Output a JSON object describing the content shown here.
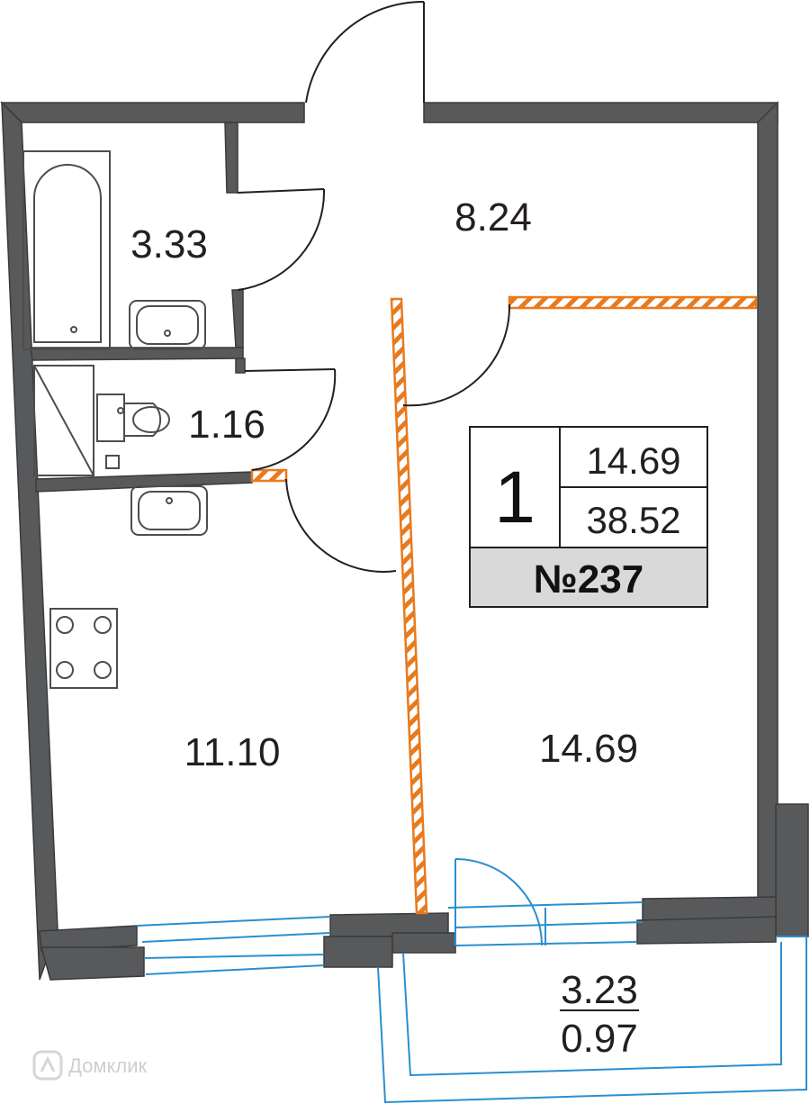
{
  "rooms": {
    "bathroom_area": "3.33",
    "hallway_area": "8.24",
    "wc_area": "1.16",
    "kitchen_area": "11.10",
    "living_area": "14.69",
    "balcony_area": "3.23",
    "balcony_reduced_area": "0.97"
  },
  "info_box": {
    "rooms_count": "1",
    "living_area": "14.69",
    "total_area": "38.52",
    "apartment_number": "№237"
  },
  "watermark": {
    "text": "Домклик"
  },
  "colors": {
    "wall": "#58595b",
    "partition_hatch": "#e87a1e",
    "window_glass": "#2a8fd0",
    "number_box_fill": "#d9d9d9"
  }
}
